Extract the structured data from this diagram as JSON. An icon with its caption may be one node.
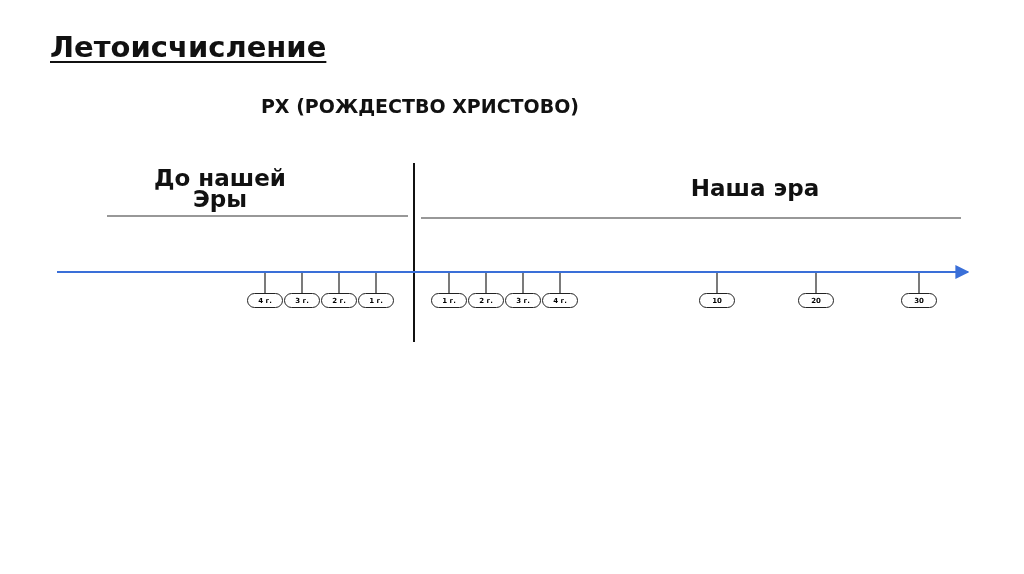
{
  "diagram": {
    "title": "Летоисчисление",
    "nodes": [
      {
        "text": [
          "4 г."
        ]
      },
      {
        "text": [
          "3 г."
        ]
      },
      {
        "text": [
          "2 г."
        ]
      },
      {
        "text": [
          "1 г."
        ]
      },
      {
        "text": [
          "1 г."
        ]
      },
      {
        "text": [
          "2 г."
        ]
      },
      {
        "text": [
          "3 г."
        ]
      },
      {
        "text": [
          "4 г."
        ]
      },
      {
        "text": [
          "10"
        ]
      },
      {
        "text": [
          "20"
        ]
      },
      {
        "text": [
          "30"
        ]
      }
    ],
    "labels": [
      "РХ (РОЖДЕСТВО ХРИСТОВО)",
      "До нашей Эры",
      "Наша эра"
    ]
  }
}
